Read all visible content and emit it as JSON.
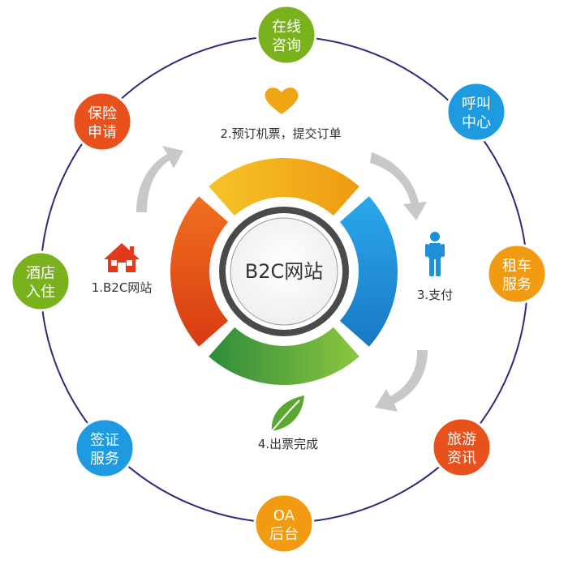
{
  "center": {
    "title": "B2C网站"
  },
  "steps": [
    {
      "id": "step1",
      "label": "1.B2C网站",
      "icon": "house-icon"
    },
    {
      "id": "step2",
      "label": "2.预订机票，提交订单",
      "icon": "heart-icon"
    },
    {
      "id": "step3",
      "label": "3.支付",
      "icon": "person-icon"
    },
    {
      "id": "step4",
      "label": "4.出票完成",
      "icon": "leaf-icon"
    }
  ],
  "nodes": [
    {
      "id": "online-consult",
      "line1": "在线",
      "line2": "咨询",
      "color": "#7ab21e"
    },
    {
      "id": "call-center",
      "line1": "呼叫",
      "line2": "中心",
      "color": "#1e9be0"
    },
    {
      "id": "car-rental",
      "line1": "租车",
      "line2": "服务",
      "color": "#f29a12"
    },
    {
      "id": "travel-info",
      "line1": "旅游",
      "line2": "资讯",
      "color": "#e8501c"
    },
    {
      "id": "oa-backend",
      "line1": "OA",
      "line2": "后台",
      "color": "#f29a12"
    },
    {
      "id": "visa-service",
      "line1": "签证",
      "line2": "服务",
      "color": "#1e9be0"
    },
    {
      "id": "hotel-checkin",
      "line1": "酒店",
      "line2": "入住",
      "color": "#7ab21e"
    },
    {
      "id": "insurance-apply",
      "line1": "保险",
      "line2": "申请",
      "color": "#e8501c"
    }
  ],
  "ring_colors": {
    "top": "#f0a514",
    "right": "#1e8fd8",
    "bottom": "#5aa832",
    "left": "#e8501c",
    "outer_circle": "#2b2d7a",
    "arrow": "#c8c8c8"
  }
}
